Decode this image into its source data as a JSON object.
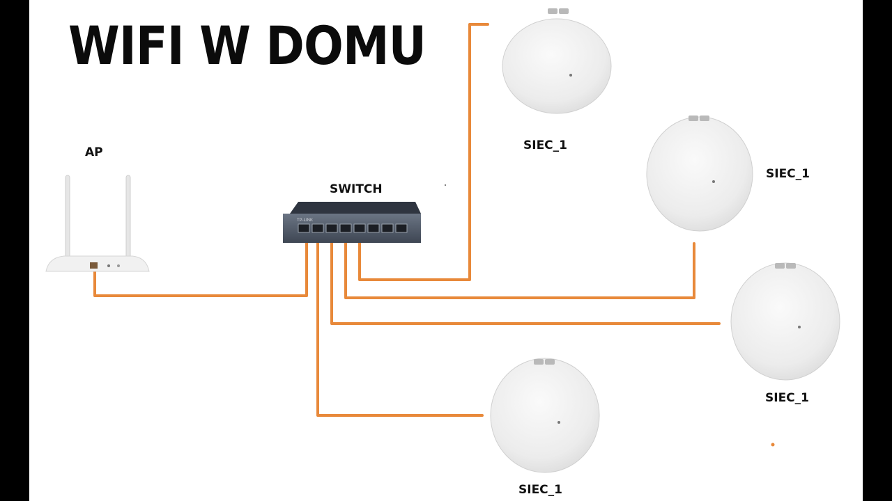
{
  "title": "WIFI W DOMU",
  "labels": {
    "ap": "AP",
    "switch": "SWITCH",
    "brand": "TP-LINK",
    "node_1": "SIEC_1",
    "node_2": "SIEC_1",
    "node_3": "SIEC_1",
    "node_4": "SIEC_1"
  },
  "colors": {
    "cable": "#e8893a",
    "device": "#eeeeee",
    "switch_body": "#4d5766",
    "background": "#ffffff",
    "frame": "#000000"
  },
  "icons": {
    "ap": "router-two-antennas-icon",
    "switch": "network-switch-8-port-icon",
    "node": "mesh-wifi-node-icon"
  }
}
